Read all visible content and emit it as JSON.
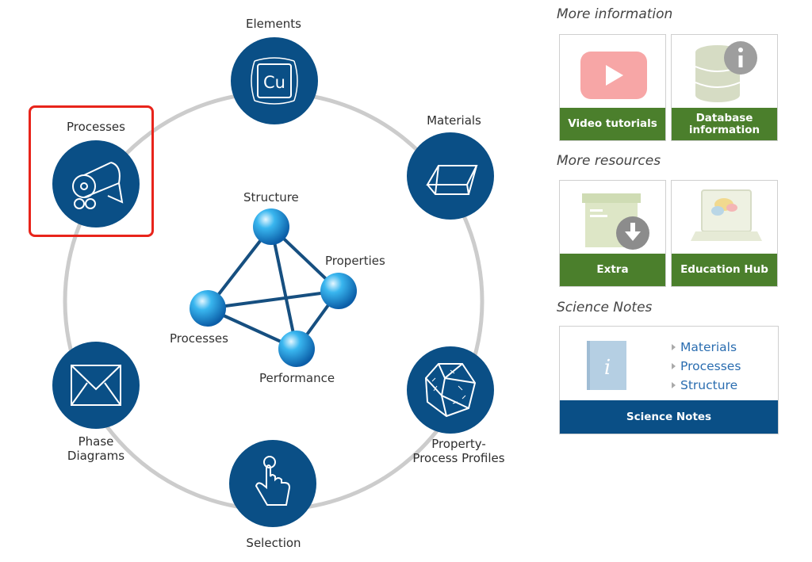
{
  "wheel": {
    "nodes": {
      "elements": {
        "label": "Elements",
        "symbol": "Cu"
      },
      "materials": {
        "label": "Materials"
      },
      "property_profiles": {
        "label_line1": "Property-",
        "label_line2": "Process Profiles"
      },
      "selection": {
        "label": "Selection"
      },
      "phase_diagrams": {
        "label_line1": "Phase",
        "label_line2": "Diagrams"
      },
      "processes": {
        "label": "Processes"
      }
    },
    "tetrahedron": {
      "structure": "Structure",
      "properties": "Properties",
      "processes": "Processes",
      "performance": "Performance"
    },
    "highlight_color": "#e8241b",
    "node_color": "#0a4f86"
  },
  "sidebar": {
    "more_information": {
      "title": "More information",
      "tiles": [
        {
          "label": "Video tutorials",
          "icon": "youtube-play-icon"
        },
        {
          "label_line1": "Database",
          "label_line2": "information",
          "icon": "database-info-icon"
        }
      ]
    },
    "more_resources": {
      "title": "More resources",
      "tiles": [
        {
          "label": "Extra",
          "icon": "box-download-icon"
        },
        {
          "label": "Education Hub",
          "icon": "laptop-icon"
        }
      ]
    },
    "science_notes": {
      "title": "Science Notes",
      "links": [
        "Materials",
        "Processes",
        "Structure"
      ],
      "button": "Science Notes",
      "icon": "info-book-icon"
    },
    "tile_bar_color": "#4b7f2c",
    "notes_bar_color": "#0a4f86"
  }
}
